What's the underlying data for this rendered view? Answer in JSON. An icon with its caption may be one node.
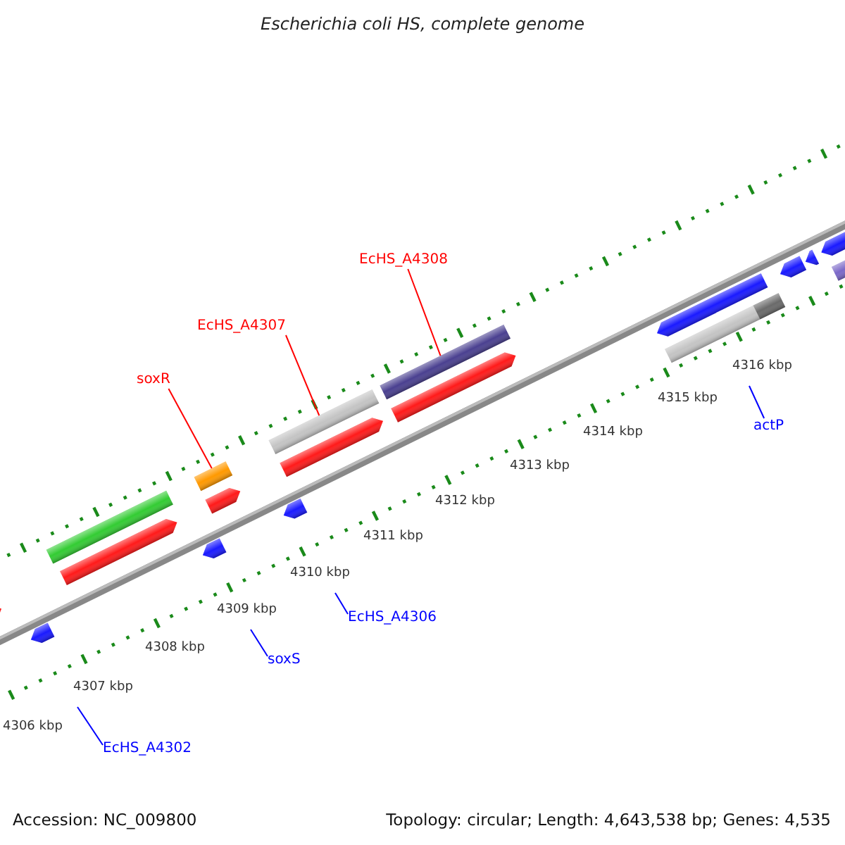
{
  "diagram": {
    "title": "Escherichia coli HS, complete genome",
    "nodes": [
      {
        "text": [
          "EcHS_A4308"
        ]
      },
      {
        "text": [
          "EcHS_A4307"
        ]
      },
      {
        "text": [
          "soxR"
        ]
      },
      {
        "text": [
          "actP"
        ]
      },
      {
        "text": [
          "EcHS_A4306"
        ]
      },
      {
        "text": [
          "soxS"
        ]
      },
      {
        "text": [
          "EcHS_A4302"
        ]
      },
      {
        "text": [],
        "shape": "bar"
      },
      {
        "text": [],
        "shape": "bar"
      },
      {
        "text": [],
        "shape": "bar"
      }
    ],
    "edges": [
      {
        "from": 0,
        "to": 7,
        "arrow": "none",
        "color": "#ff0000"
      },
      {
        "from": 1,
        "to": 8,
        "arrow": "none",
        "color": "#ff0000"
      },
      {
        "from": 2,
        "to": 9,
        "arrow": "none",
        "color": "#ff0000"
      },
      {
        "from": 3,
        "to": null,
        "arrow": "none"
      },
      {
        "from": 4,
        "to": null,
        "arrow": "none"
      },
      {
        "from": 5,
        "to": null,
        "arrow": "none"
      },
      {
        "from": 6,
        "to": null,
        "arrow": "none"
      }
    ],
    "labels": [
      "4306 kbp",
      "4307 kbp",
      "4308 kbp",
      "4309 kbp",
      "4310 kbp",
      "4311 kbp",
      "4312 kbp",
      "4313 kbp",
      "4314 kbp",
      "4315 kbp",
      "4316 kbp",
      "Accession: NC_009800",
      "Topology: circular; Length: 4,643,538 bp; Genes: 4,535"
    ]
  }
}
